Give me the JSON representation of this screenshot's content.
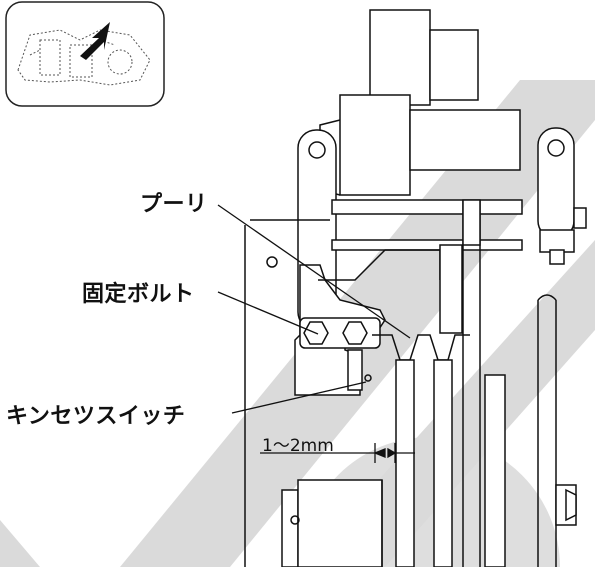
{
  "labels": {
    "pulley": "プーリ",
    "fixing_bolt": "固定ボルト",
    "proximity_switch": "キンセツスイッチ",
    "gap": "1〜2mm"
  },
  "colors": {
    "line": "#111111",
    "watermark": "#d4d4d4"
  }
}
